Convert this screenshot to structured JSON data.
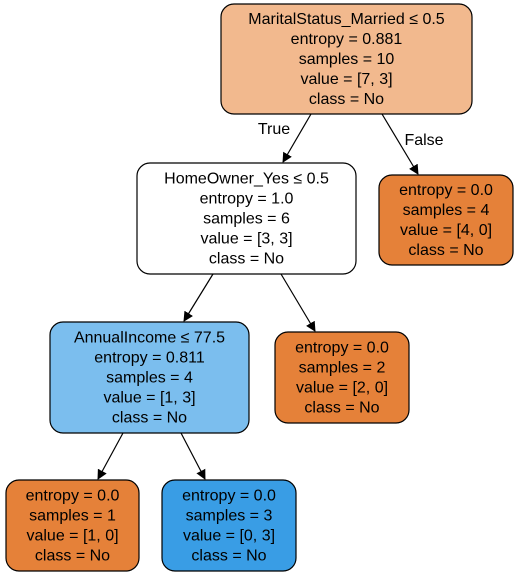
{
  "colors": {
    "class_no_strong": "#e58139",
    "class_no_light": "#f2b98e",
    "class_yes_strong": "#399de5",
    "class_yes_light": "#7bbeee",
    "neutral": "#ffffff",
    "stroke": "#000000"
  },
  "edge_labels": {
    "true_label": "True",
    "false_label": "False"
  },
  "nodes": [
    {
      "id": "n0",
      "split": "MaritalStatus_Married ≤ 0.5",
      "entropy": "entropy = 0.881",
      "samples": "samples = 10",
      "value": "value = [7, 3]",
      "class": "class = No",
      "fill": "class_no_light"
    },
    {
      "id": "n1",
      "split": "HomeOwner_Yes ≤ 0.5",
      "entropy": "entropy = 1.0",
      "samples": "samples = 6",
      "value": "value = [3, 3]",
      "class": "class = No",
      "fill": "neutral"
    },
    {
      "id": "n2",
      "split": "",
      "entropy": "entropy = 0.0",
      "samples": "samples = 4",
      "value": "value = [4, 0]",
      "class": "class = No",
      "fill": "class_no_strong"
    },
    {
      "id": "n3",
      "split": "AnnualIncome ≤ 77.5",
      "entropy": "entropy = 0.811",
      "samples": "samples = 4",
      "value": "value = [1, 3]",
      "class": "class = No",
      "fill": "class_yes_light"
    },
    {
      "id": "n4",
      "split": "",
      "entropy": "entropy = 0.0",
      "samples": "samples = 2",
      "value": "value = [2, 0]",
      "class": "class = No",
      "fill": "class_no_strong"
    },
    {
      "id": "n5",
      "split": "",
      "entropy": "entropy = 0.0",
      "samples": "samples = 1",
      "value": "value = [1, 0]",
      "class": "class = No",
      "fill": "class_no_strong"
    },
    {
      "id": "n6",
      "split": "",
      "entropy": "entropy = 0.0",
      "samples": "samples = 3",
      "value": "value = [0, 3]",
      "class": "class = No",
      "fill": "class_yes_strong"
    }
  ],
  "edges": [
    {
      "from": "n0",
      "to": "n1",
      "label": "true_label"
    },
    {
      "from": "n0",
      "to": "n2",
      "label": "false_label"
    },
    {
      "from": "n1",
      "to": "n3"
    },
    {
      "from": "n1",
      "to": "n4"
    },
    {
      "from": "n3",
      "to": "n5"
    },
    {
      "from": "n3",
      "to": "n6"
    }
  ]
}
